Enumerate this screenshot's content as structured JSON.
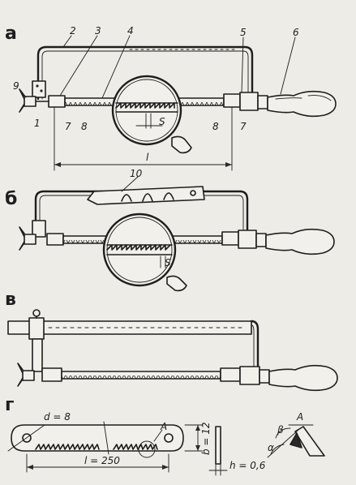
{
  "sections": {
    "a": "а",
    "b": "б",
    "v": "в",
    "g": "г"
  },
  "labels_a": [
    "1",
    "2",
    "3",
    "4",
    "5",
    "6",
    "7",
    "8",
    "8",
    "7",
    "9"
  ],
  "dims": {
    "l": "l",
    "S": "S",
    "ten": "10",
    "d": "d = 8",
    "A": "A",
    "b12": "b = 12",
    "l250": "l = 250",
    "h": "h = 0,6",
    "alpha": "α",
    "beta": "β"
  },
  "colors": {
    "ink": "#1e1e1e",
    "paper": "#eeece6"
  }
}
